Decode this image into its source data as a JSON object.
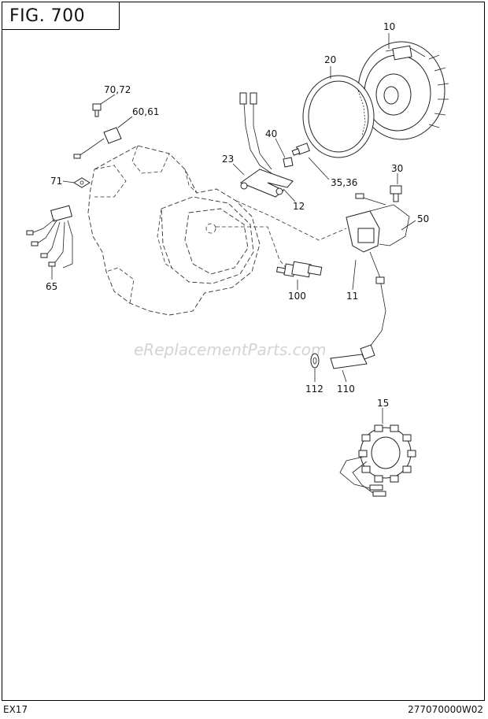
{
  "figure": {
    "title": "FIG. 700"
  },
  "footer": {
    "model": "EX17",
    "code": "277070000W02"
  },
  "watermark": "eReplacementParts.com",
  "callouts": [
    {
      "id": "c10",
      "text": "10"
    },
    {
      "id": "c20",
      "text": "20"
    },
    {
      "id": "c7072",
      "text": "70,72"
    },
    {
      "id": "c6061",
      "text": "60,61"
    },
    {
      "id": "c40",
      "text": "40"
    },
    {
      "id": "c23",
      "text": "23"
    },
    {
      "id": "c3536",
      "text": "35,36"
    },
    {
      "id": "c30",
      "text": "30"
    },
    {
      "id": "c71",
      "text": "71"
    },
    {
      "id": "c12",
      "text": "12"
    },
    {
      "id": "c50",
      "text": "50"
    },
    {
      "id": "c65",
      "text": "65"
    },
    {
      "id": "c100",
      "text": "100"
    },
    {
      "id": "c11",
      "text": "11"
    },
    {
      "id": "c112",
      "text": "112"
    },
    {
      "id": "c110",
      "text": "110"
    },
    {
      "id": "c15",
      "text": "15"
    }
  ]
}
